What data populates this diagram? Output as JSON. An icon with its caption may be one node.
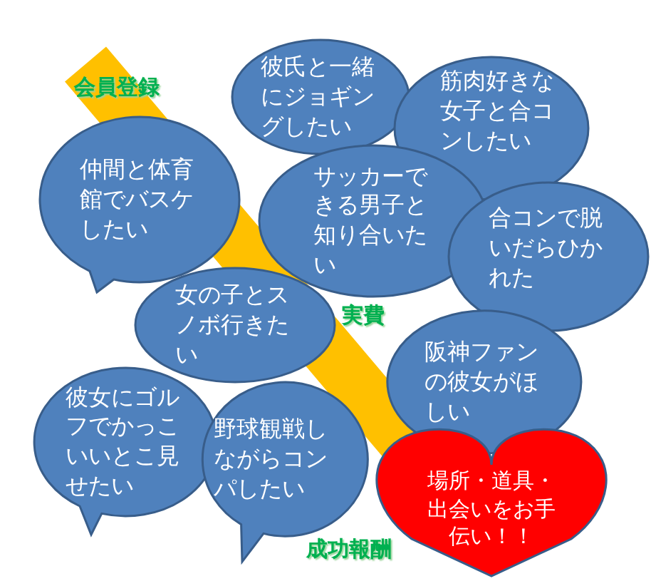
{
  "diagram": {
    "nodes": [
      {
        "text": [
          "彼氏と一緒にジョギングしたい"
        ]
      },
      {
        "text": [
          "筋肉好きな女子と合コンしたい"
        ]
      },
      {
        "text": [
          "仲間と体育館でバスケしたい"
        ]
      },
      {
        "text": [
          "サッカーできる男子と知り合いたい"
        ]
      },
      {
        "text": [
          "合コンで脱いだらひかれた"
        ]
      },
      {
        "text": [
          "女の子とスノボ行きたい"
        ]
      },
      {
        "text": [
          "阪神ファンの彼女がほしい"
        ]
      },
      {
        "text": [
          "彼女にゴルフでかっこいいとこ見せたい"
        ]
      },
      {
        "text": [
          "野球観戦しながらコンパしたい"
        ]
      },
      {
        "text": [
          "場所・道具・出会いをお手伝い！！"
        ]
      }
    ],
    "edges": [
      {
        "from": null,
        "to": 9,
        "arrow": "none",
        "color": "#ffc000"
      }
    ],
    "labels": [
      "会員登録",
      "実費",
      "成功報酬"
    ]
  }
}
